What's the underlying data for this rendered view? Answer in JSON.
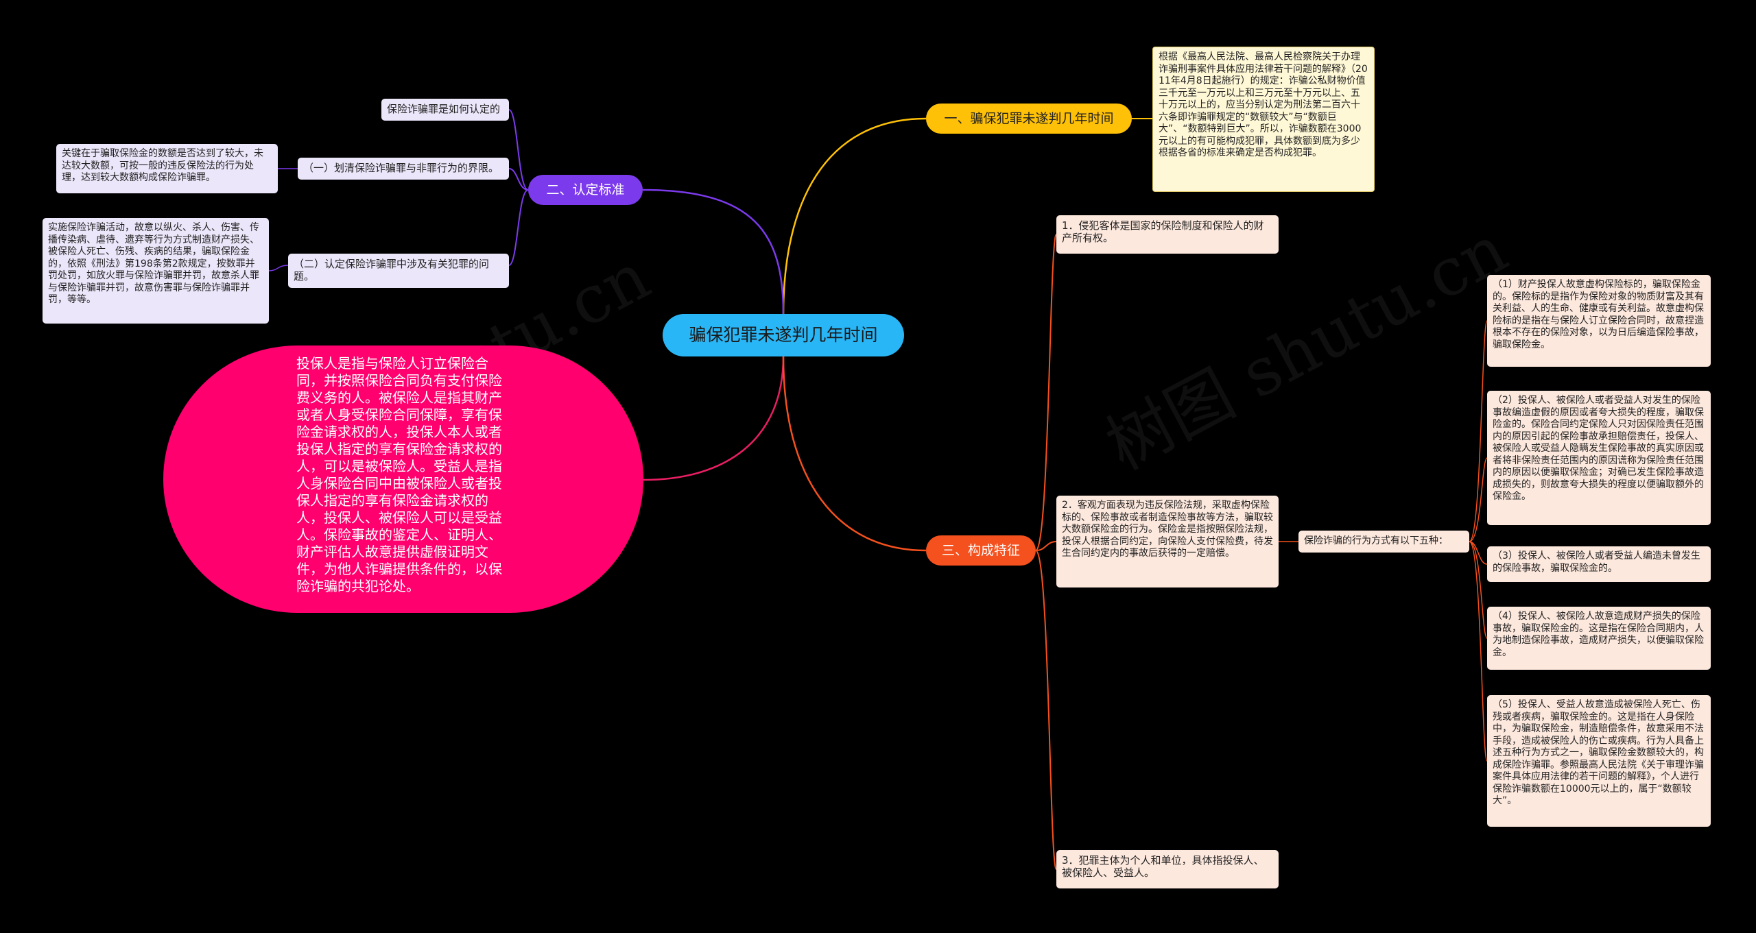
{
  "root": {
    "label": "骗保犯罪未遂判几年时间"
  },
  "branches": {
    "b1": {
      "label": "一、骗保犯罪未遂判几年时间",
      "color": "#ffc107"
    },
    "b2": {
      "label": "二、认定标准",
      "color": "#7c3aed"
    },
    "b3": {
      "label": "三、构成特征",
      "color": "#f4511e"
    }
  },
  "nodes": {
    "b1_leaf": "根据《最高人民法院、最高人民检察院关于办理诈骗刑事案件具体应用法律若干问题的解释》（2011年4月8日起施行）的规定：诈骗公私财物价值三千元至一万元以上和三万元至十万元以上、五十万元以上的，应当分别认定为刑法第二百六十六条即诈骗罪规定的“数额较大”与“数额巨大”、“数额特别巨大”。所以，诈骗数额在3000元以上的有可能构成犯罪，具体数额到底为多少根据各省的标准来确定是否构成犯罪。",
    "b2_q": "保险诈骗罪是如何认定的",
    "b2_sub1": "（一）划清保险诈骗罪与非罪行为的界限。",
    "b2_sub1_leaf": "关键在于骗取保险金的数额是否达到了较大，未达较大数额，可按一般的违反保险法的行为处理，达到较大数额构成保险诈骗罪。",
    "b2_sub2": "（二）认定保险诈骗罪中涉及有关犯罪的问题。",
    "b2_sub2_leaf": "实施保险诈骗活动，故意以纵火、杀人、伤害、传播传染病、虐待、遗弃等行为方式制造财产损失、被保险人死亡、伤残、疾病的结果，骗取保险金的，依照《刑法》第198条第2款规定，按数罪并罚处罚，如放火罪与保险诈骗罪并罚，故意杀人罪与保险诈骗罪并罚，故意伤害罪与保险诈骗罪并罚，等等。",
    "pink": "投保人是指与保险人订立保险合同，并按照保险合同负有支付保险费义务的人。被保险人是指其财产或者人身受保险合同保障，享有保险金请求权的人，投保人本人或者投保人指定的享有保险金请求权的人，可以是被保险人。受益人是指人身保险合同中由被保险人或者投保人指定的享有保险金请求权的人，投保人、被保险人可以是受益人。保险事故的鉴定人、证明人、财产评估人故意提供虚假证明文件，为他人诈骗提供条件的，以保险诈骗的共犯论处。",
    "b3_c1": "1．侵犯客体是国家的保险制度和保险人的财产所有权。",
    "b3_c2": "2．客观方面表现为违反保险法规，采取虚构保险标的、保险事故或者制造保险事故等方法，骗取较大数额保险金的行为。保险金是指按照保险法规，投保人根据合同约定，向保险人支付保险费，待发生合同约定内的事故后获得的一定赔偿。",
    "b3_c3": "3．犯罪主体为个人和单位，具体指投保人、被保险人、受益人。",
    "b3_mid": "保险诈骗的行为方式有以下五种：",
    "m1": "（1）财产投保人故意虚构保险标的，骗取保险金的。保险标的是指作为保险对象的物质财富及其有关利益、人的生命、健康或有关利益。故意虚构保险标的是指在与保险人订立保险合同时，故意捏造根本不存在的保险对象，以为日后编造保险事故，骗取保险金。",
    "m2": "（2）投保人、被保险人或者受益人对发生的保险事故编造虚假的原因或者夸大损失的程度，骗取保险金的。保险合同约定保险人只对因保险责任范围内的原因引起的保险事故承担赔偿责任，投保人、被保险人或受益人隐瞒发生保险事故的真实原因或者将非保险责任范围内的原因谎称为保险责任范围内的原因以便骗取保险金；对确已发生保险事故造成损失的，则故意夸大损失的程度以便骗取额外的保险金。",
    "m3": "（3）投保人、被保险人或者受益人编造未曾发生的保险事故，骗取保险金的。",
    "m4": "（4）投保人、被保险人故意造成财产损失的保险事故，骗取保险金的。这是指在保险合同期内，人为地制造保险事故，造成财产损失，以便骗取保险金。",
    "m5": "（5）投保人、受益人故意造成被保险人死亡、伤残或者疾病，骗取保险金的。这是指在人身保险中，为骗取保险金，制造赔偿条件，故意采用不法手段，造成被保险人的伤亡或疾病。行为人具备上述五种行为方式之一，骗取保险金数额较大的，构成保险诈骗罪。参照最高人民法院《关于审理诈骗案件具体应用法律的若干问题的解释》，个人进行保险诈骗数额在10000元以上的，属于“数额较大”。"
  },
  "watermark": "树图 shutu.cn",
  "colors": {
    "root": "#29b6f6",
    "yellow": "#ffc107",
    "purple": "#7c3aed",
    "orange": "#f4511e",
    "pink": "#ff006e",
    "pinkLink": "#e91e63"
  }
}
